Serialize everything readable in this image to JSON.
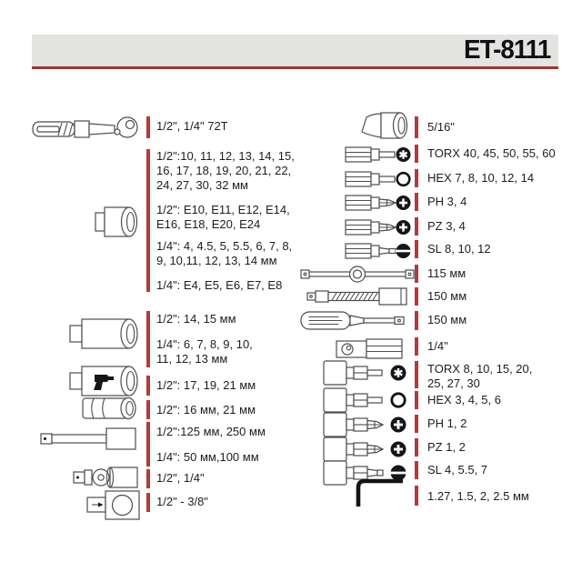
{
  "colors": {
    "accent_red": "#b53a3a",
    "banner_bg": "#e3e3e1",
    "banner_underline": "#9e3434",
    "text": "#1d1d1d"
  },
  "header": {
    "model": "ET-8111"
  },
  "left_column": {
    "items": [
      {
        "label": "1/2\", 1/4\" 72T",
        "tool": "ratchet"
      },
      {
        "label": "1/2\":10, 11, 12, 13, 14, 15,\n16, 17, 18, 19, 20, 21, 22,\n24, 27, 30, 32 мм",
        "tool": "sockets"
      },
      {
        "label": "1/2\": E10, E11, E12, E14,\nE16, E18, E20, E24",
        "tool": "e-sockets"
      },
      {
        "label": "1/4\": 4, 4.5, 5, 5.5, 6, 7, 8,\n9, 10,11, 12, 13, 14 мм",
        "tool": "sockets"
      },
      {
        "label": "1/4\": E4, E5, E6, E7, E8",
        "tool": "e-sockets"
      },
      {
        "label": "1/2\": 14, 15 мм",
        "tool": "deep-socket"
      },
      {
        "label": "1/4\": 6, 7, 8, 9, 10,\n11, 12, 13 мм",
        "tool": "deep-socket"
      },
      {
        "label": "1/2\": 17, 19, 21 мм",
        "tool": "spark-plug-socket"
      },
      {
        "label": "1/2\": 16 мм, 21 мм",
        "tool": "hex-socket"
      },
      {
        "label": "1/2\":125 мм, 250 мм",
        "tool": "extension-bar"
      },
      {
        "label": "1/4\": 50 мм,100 мм",
        "tool": "extension-bar"
      },
      {
        "label": "1/2\", 1/4\"",
        "tool": "universal-joint"
      },
      {
        "label": "1/2\" - 3/8\"",
        "tool": "socket-adapter"
      }
    ]
  },
  "right_column": {
    "items": [
      {
        "label": "5/16\"",
        "tool": "spark-plug-socket"
      },
      {
        "label": "TORX 40, 45, 50, 55, 60",
        "tool": "bit",
        "icon": "torx"
      },
      {
        "label": "HEX 7, 8, 10, 12, 14",
        "tool": "bit",
        "icon": "hex"
      },
      {
        "label": "PH 3, 4",
        "tool": "bit",
        "icon": "phillips"
      },
      {
        "label": "PZ 3, 4",
        "tool": "bit",
        "icon": "pozidriv"
      },
      {
        "label": "SL 8, 10, 12",
        "tool": "bit",
        "icon": "slotted"
      },
      {
        "label": "115 мм",
        "tool": "sliding-t-bar"
      },
      {
        "label": "150 мм",
        "tool": "flexible-extension"
      },
      {
        "label": "150 мм",
        "tool": "screwdriver-handle"
      },
      {
        "label": "1/4\"",
        "tool": "bit-adapter"
      },
      {
        "label": "TORX 8, 10, 15, 20,\n25, 27, 30",
        "tool": "bit-socket",
        "icon": "torx"
      },
      {
        "label": "HEX 3, 4, 5, 6",
        "tool": "bit-socket",
        "icon": "hex"
      },
      {
        "label": "PH 1, 2",
        "tool": "bit-socket",
        "icon": "phillips"
      },
      {
        "label": "PZ 1, 2",
        "tool": "bit-socket",
        "icon": "pozidriv"
      },
      {
        "label": "SL 4, 5.5, 7",
        "tool": "bit-socket",
        "icon": "slotted"
      },
      {
        "label": "1.27, 1.5, 2, 2.5 мм",
        "tool": "hex-key"
      }
    ]
  }
}
